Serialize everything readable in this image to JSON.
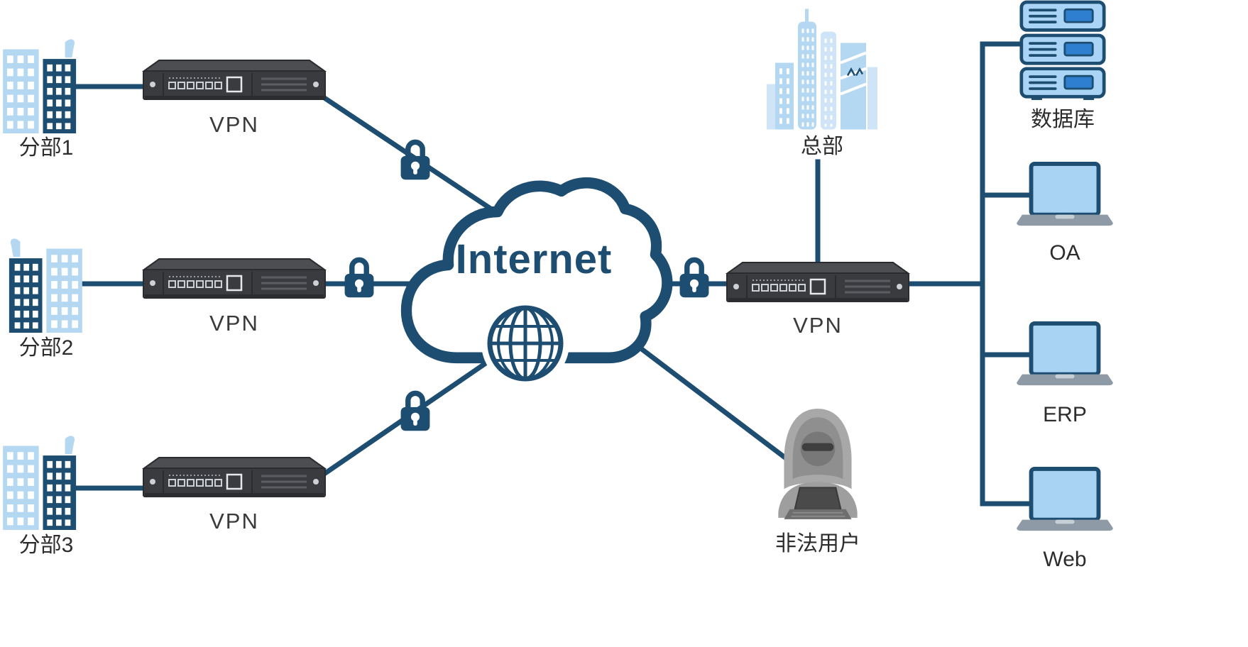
{
  "branches": [
    {
      "label": "分部1",
      "vpn_label": "VPN"
    },
    {
      "label": "分部2",
      "vpn_label": "VPN"
    },
    {
      "label": "分部3",
      "vpn_label": "VPN"
    }
  ],
  "internet": {
    "label": "Internet"
  },
  "headquarters": {
    "label": "总部",
    "vpn_label": "VPN"
  },
  "resources": [
    {
      "label": "数据库",
      "icon": "server-stack-icon"
    },
    {
      "label": "OA",
      "icon": "laptop-icon"
    },
    {
      "label": "ERP",
      "icon": "laptop-icon"
    },
    {
      "label": "Web",
      "icon": "laptop-icon"
    }
  ],
  "attacker": {
    "label": "非法用户",
    "icon": "hacker-icon"
  },
  "security": {
    "padlock_count": 4,
    "padlock_icon": "padlock-icon"
  },
  "connections": [
    "branch1 - vpn1",
    "vpn1 - internet (padlock)",
    "branch2 - vpn2",
    "vpn2 - internet (padlock)",
    "branch3 - vpn3",
    "vpn3 - internet (padlock)",
    "internet - hq-vpn (padlock)",
    "headquarters - hq-vpn",
    "hq-vpn - server-bus",
    "bus - database",
    "bus - oa",
    "bus - erp",
    "bus - web",
    "internet - attacker"
  ],
  "colors": {
    "line_navy": "#1d4d70",
    "light_blue": "#b5d8f2",
    "pale_blue": "#cfe4f6",
    "laptop_screen_blue": "#a9d3f3",
    "slot_blue": "#2e7fd0",
    "device_front": "#3a3b3f",
    "device_top": "#4d4e52",
    "hacker_gray": "#a8a8a8",
    "label_text": "#2c2c2c",
    "internet_text": "#1d4d70",
    "background": "#ffffff"
  }
}
